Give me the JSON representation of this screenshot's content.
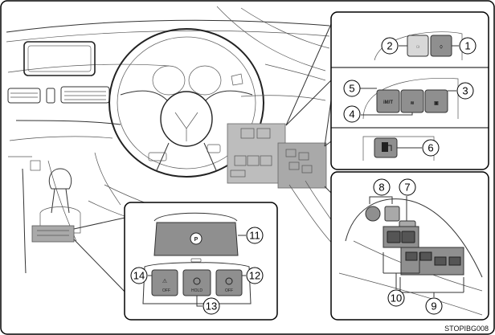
{
  "callouts": [
    "1",
    "2",
    "3",
    "4",
    "5",
    "6",
    "7",
    "8",
    "9",
    "10",
    "11",
    "12",
    "13",
    "14"
  ],
  "button_labels": {
    "imt": "iM/T",
    "hold": "HOLD",
    "off_left": "OFF",
    "off_right": "OFF"
  },
  "caption": "STOPIBG008",
  "colors": {
    "highlight": "#a9a9a9",
    "button_face": "#8f8f8f",
    "frame": "#000000"
  }
}
